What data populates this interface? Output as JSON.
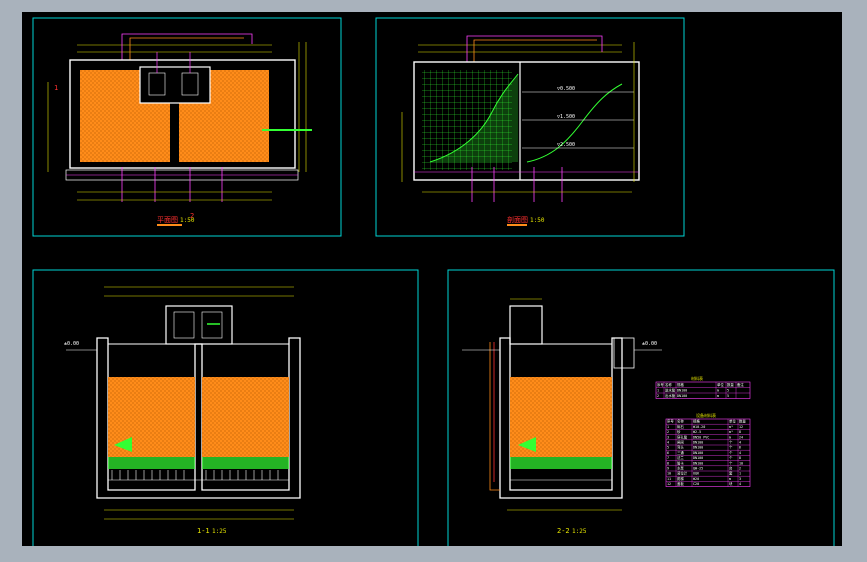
{
  "window": {
    "title": "",
    "background": "#a9b2bc",
    "canvas_color": "#000000"
  },
  "colors": {
    "frame": "#00d4d4",
    "dim": "#e6e600",
    "wall": "#ffffff",
    "fill": "#ff8c1a",
    "pipe": "#ff40ff",
    "green": "#33ff33",
    "red": "#ff3030"
  },
  "sheets": [
    {
      "id": "plan",
      "caption": "平面图",
      "scale": "1:50"
    },
    {
      "id": "section-a",
      "caption": "剖面图",
      "scale": "1:50"
    },
    {
      "id": "section-1",
      "caption": "1-1",
      "scale": "1:25"
    },
    {
      "id": "section-2",
      "caption": "2-2",
      "scale": "1:25"
    }
  ],
  "labels": {
    "plan_side_mark": "1",
    "plan_bottom_mark": "2",
    "sec1_left_level": "±0.00",
    "sec2_right_level": "±0.00",
    "levels_a": [
      "▽0.500",
      "▽1.500",
      "▽2.500"
    ]
  },
  "tables": {
    "table1": {
      "title": "材料表",
      "headers": [
        "序号",
        "名称",
        "规格",
        "单位",
        "数量",
        "备注"
      ],
      "rows": [
        [
          "1",
          "进水管",
          "DN100",
          "m",
          "5",
          ""
        ],
        [
          "2",
          "出水管",
          "DN100",
          "m",
          "5",
          ""
        ]
      ]
    },
    "table2": {
      "title": "设备材料表",
      "headers": [
        "序号",
        "名称",
        "规格",
        "单位",
        "数量"
      ],
      "rows": [
        [
          "1",
          "砾石",
          "Φ10-20",
          "m³",
          "12"
        ],
        [
          "2",
          "砂",
          "Φ2-5",
          "m³",
          "8"
        ],
        [
          "3",
          "穿孔管",
          "DN50 PVC",
          "m",
          "24"
        ],
        [
          "4",
          "闸阀",
          "DN100",
          "个",
          "4"
        ],
        [
          "5",
          "弯头",
          "DN100",
          "个",
          "6"
        ],
        [
          "6",
          "三通",
          "DN100",
          "个",
          "4"
        ],
        [
          "7",
          "法兰",
          "DN100",
          "个",
          "8"
        ],
        [
          "8",
          "管卡",
          "DN100",
          "个",
          "10"
        ],
        [
          "9",
          "水泵",
          "QW-25",
          "台",
          "2"
        ],
        [
          "10",
          "液位计",
          "UQK",
          "套",
          "1"
        ],
        [
          "11",
          "爬梯",
          "Φ20",
          "m",
          "3"
        ],
        [
          "12",
          "盖板",
          "C20",
          "块",
          "4"
        ]
      ]
    }
  }
}
